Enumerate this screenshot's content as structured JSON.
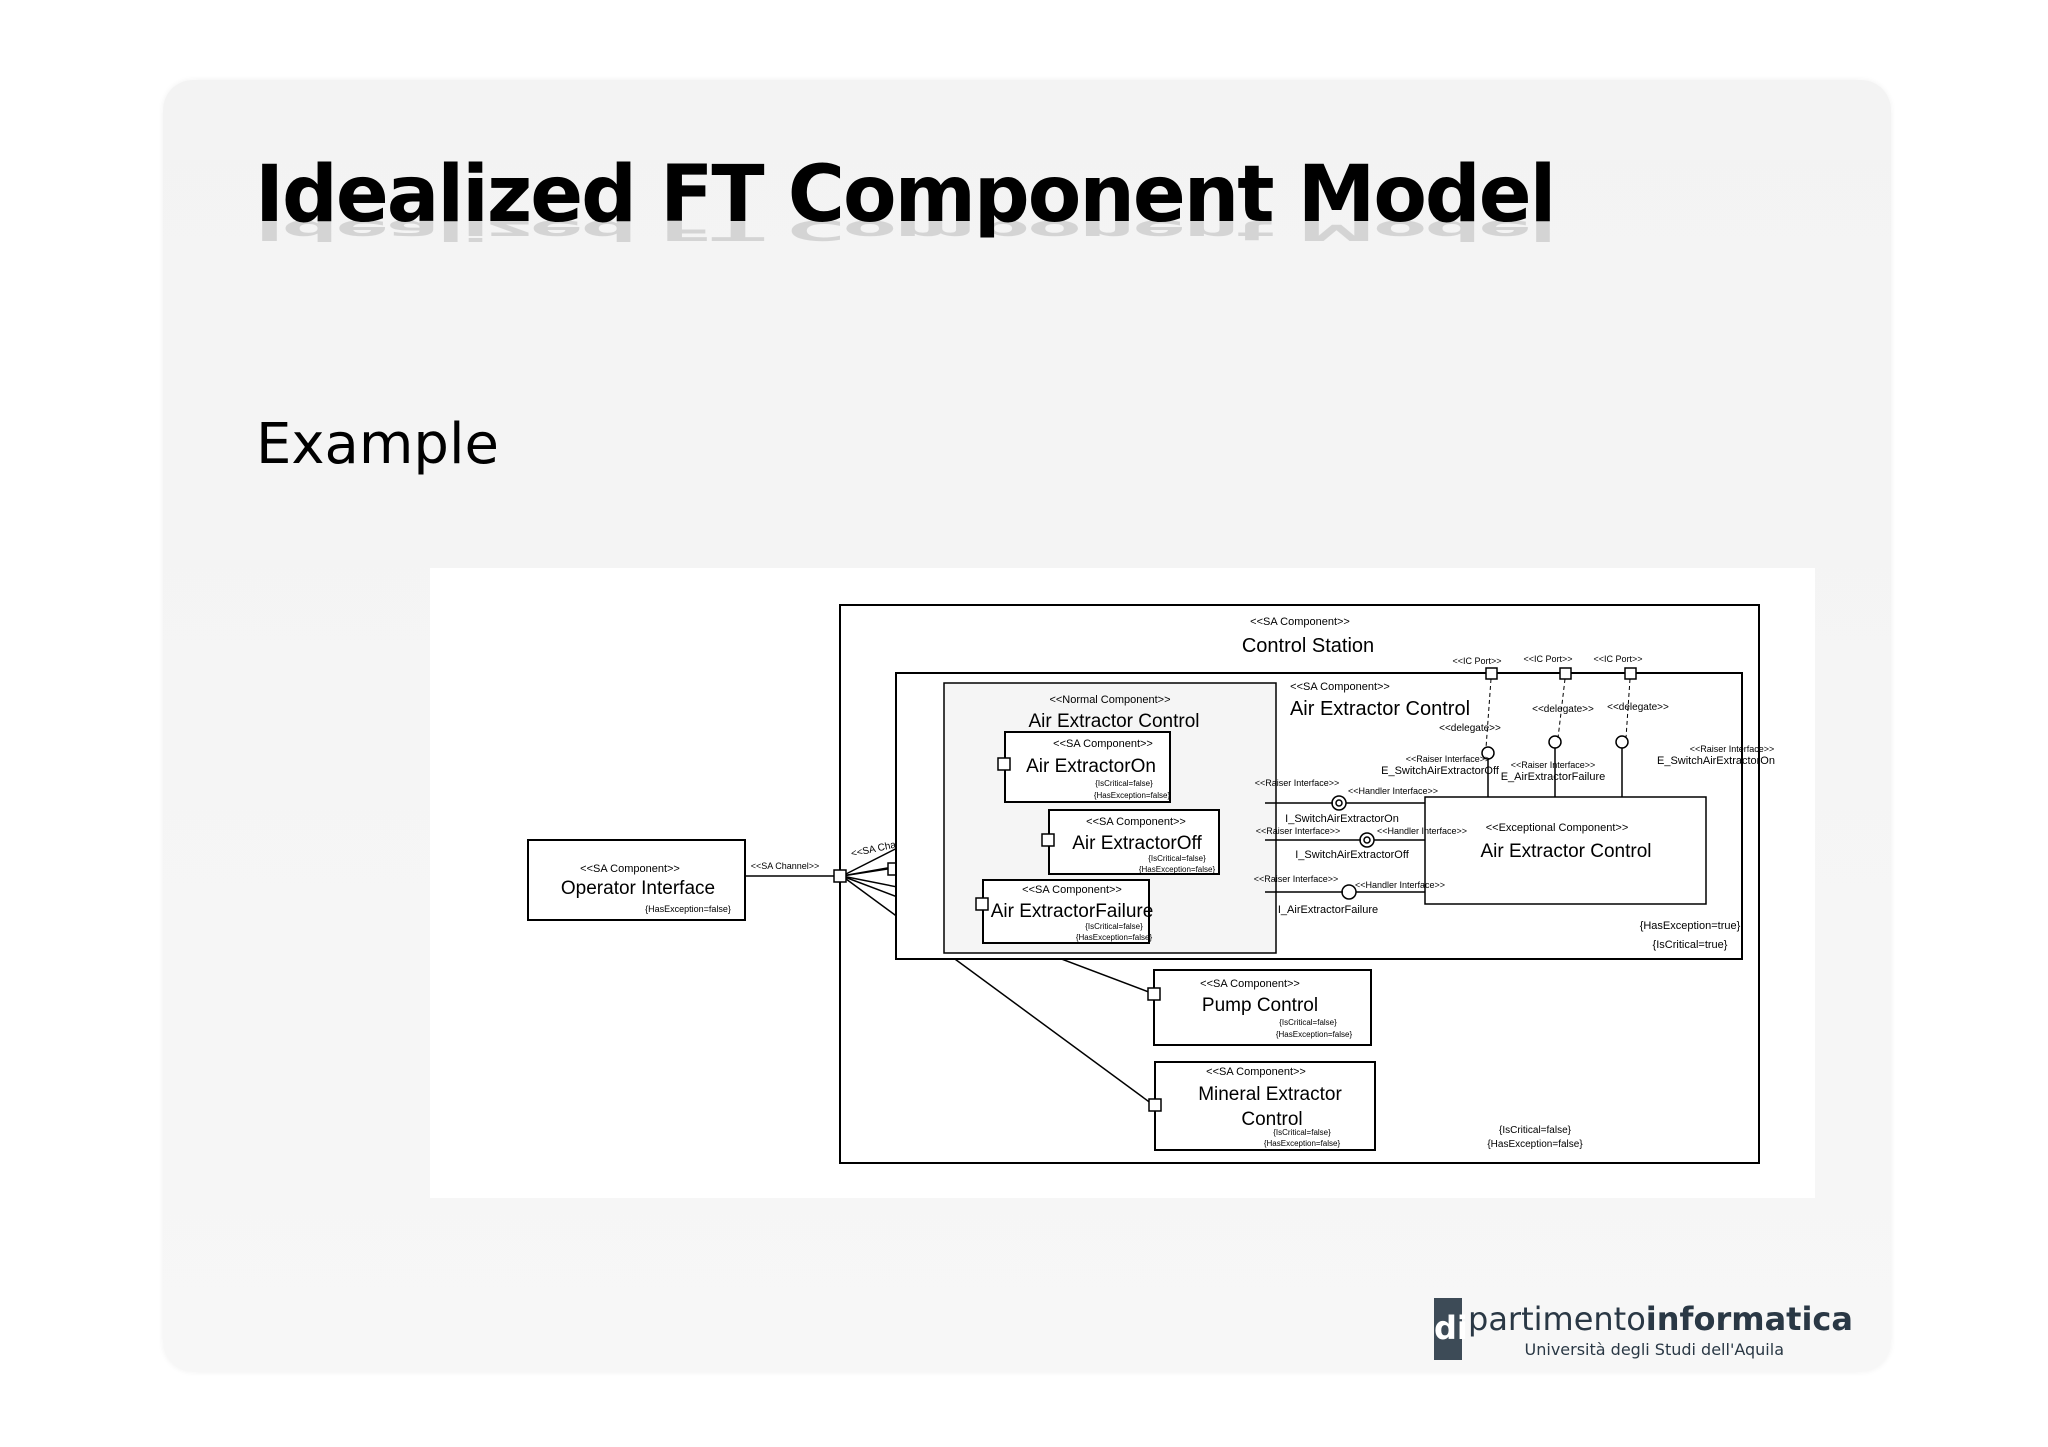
{
  "slide": {
    "title": "Idealized FT Component Model",
    "subtitle": "Example"
  },
  "diagram": {
    "control_station": {
      "stereotype": "<<SA Component>>",
      "name": "Control Station",
      "note1": "{IsCritical=false}",
      "note2": "{HasException=false}"
    },
    "operator_interface": {
      "stereotype": "<<SA Component>>",
      "name": "Operator Interface",
      "note": "{HasException=false}"
    },
    "channel_label_1": "<<SA Channel>>",
    "channel_label_2": "<<SA Channel>>",
    "air_extractor_control_sa": {
      "stereotype": "<<SA Component>>",
      "name": "Air Extractor Control",
      "note1": "{HasException=true}",
      "note2": "{IsCritical=true}"
    },
    "normal_component": {
      "stereotype": "<<Normal Component>>",
      "name": "Air Extractor Control"
    },
    "air_extractor_on": {
      "stereotype": "<<SA Component>>",
      "name": "Air ExtractorOn",
      "note1": "{IsCritical=false}",
      "note2": "{HasException=false}"
    },
    "air_extractor_off": {
      "stereotype": "<<SA Component>>",
      "name": "Air ExtractorOff",
      "note1": "{IsCritical=false}",
      "note2": "{HasException=false}"
    },
    "air_extractor_failure": {
      "stereotype": "<<SA Component>>",
      "name": "Air ExtractorFailure",
      "note1": "{IsCritical=false}",
      "note2": "{HasException=false}"
    },
    "exceptional_component": {
      "stereotype": "<<Exceptional Component>>",
      "name": "Air Extractor Control"
    },
    "pump_control": {
      "stereotype": "<<SA Component>>",
      "name": "Pump Control",
      "note1": "{IsCritical=false}",
      "note2": "{HasException=false}"
    },
    "mineral_extractor_control": {
      "stereotype": "<<SA Component>>",
      "name1": "Mineral Extractor",
      "name2": "Control",
      "note1": "{IsCritical=false}",
      "note2": "{HasException=false}"
    },
    "ic_port_1": "<<IC Port>>",
    "ic_port_2": "<<IC Port>>",
    "ic_port_3": "<<IC Port>>",
    "delegate_1": "<<delegate>>",
    "delegate_2": "<<delegate>>",
    "delegate_3": "<<delegate>>",
    "raiser_interface_1": "<<Raiser Interface>>",
    "raiser_interface_2": "<<Raiser Interface>>",
    "raiser_interface_3": "<<Raiser Interface>>",
    "raiser_interface_4": "<<Raiser Interface>>",
    "raiser_interface_5": "<<Raiser Interface>>",
    "raiser_interface_6": "<<Raiser Interface>>",
    "handler_interface_1": "<<Handler Interface>>",
    "handler_interface_2": "<<Handler Interface>>",
    "handler_interface_3": "<<Handler Interface>>",
    "e_switch_off": "E_SwitchAirExtractorOff",
    "e_failure": "E_AirExtractorFailure",
    "e_switch_on": "E_SwitchAirExtractorOn",
    "i_switch_on": "I_SwitchAirExtractorOn",
    "i_switch_off": "I_SwitchAirExtractorOff",
    "i_failure": "I_AirExtractorFailure"
  },
  "logo": {
    "mark": "di",
    "main_light": "partimento",
    "main_bold": "informatica",
    "sub": "Università degli Studi dell'Aquila"
  }
}
